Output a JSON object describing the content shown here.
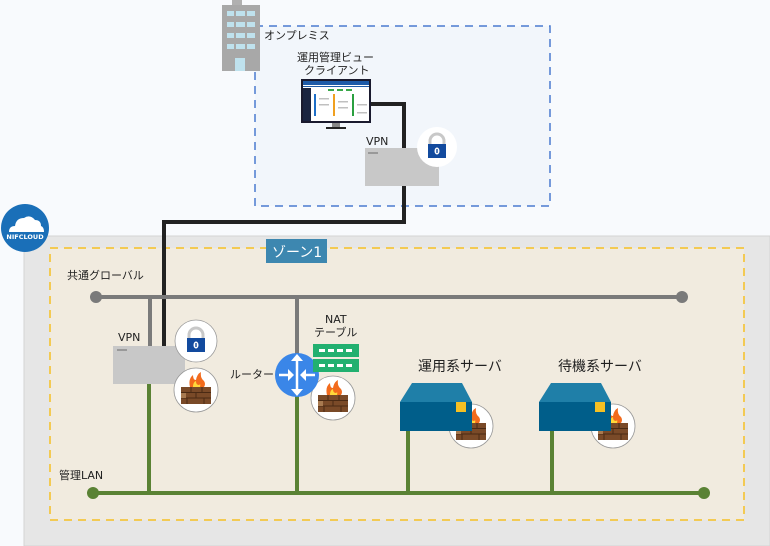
{
  "onpremise": {
    "label": "オンプレミス",
    "client_label_line1": "運用管理ビュー",
    "client_label_line2": "クライアント",
    "vpn_label": "VPN"
  },
  "cloud": {
    "logo_text": "NIFCLOUD",
    "zone_label": "ゾーン1",
    "global_network_label": "共通グローバル",
    "mgmt_lan_label": "管理LAN",
    "vpn_label": "VPN",
    "router_label": "ルーター",
    "nat_label_line1": "NAT",
    "nat_label_line2": "テーブル",
    "active_server_label": "運用系サーバ",
    "standby_server_label": "待機系サーバ"
  },
  "colors": {
    "onprem_border": "#4a7ad0",
    "zone_border": "#f5c023",
    "zone_bg": "#f1ebdf",
    "cloud_bg": "#e6e6e6",
    "zone_tag_bg": "#3d87b0",
    "global_line": "#7a7a7a",
    "lan_line": "#5a8234",
    "vpn_link": "#222222",
    "server": "#005e8a",
    "router": "#3a86e8",
    "nat": "#22b070",
    "logo": "#1a6fb8"
  }
}
